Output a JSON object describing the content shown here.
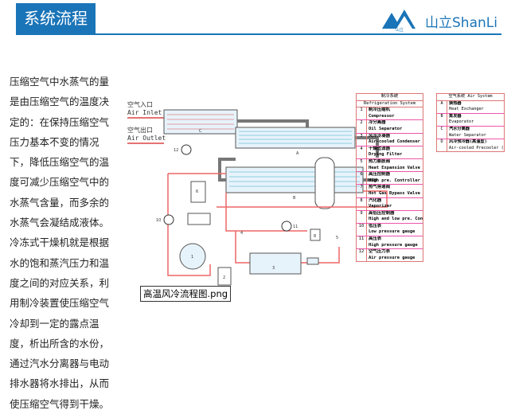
{
  "header": {
    "section_title": "系统流程",
    "logo_text": "山立ShanLi",
    "logo_small": "山立",
    "brand_color": "#1a74b8"
  },
  "body": {
    "lines": [
      "压缩空气中水蒸气的量",
      "是由压缩空气的温度决",
      "定的：在保持压缩空气",
      "压力基本不变的情况",
      "下，降低压缩空气的温",
      "度可减少压缩空气中的",
      "水蒸气含量，而多余的",
      "水蒸气会凝结成液体。",
      "冷冻式干燥机就是根据",
      "水的饱和蒸汽压力和温",
      "度之间的对应关系，利",
      "用制冷装置使压缩空气",
      "冷却到一定的露点温",
      "度，析出所含的水份，",
      "通过汽水分离器与电动",
      "排水器将水排出，从而",
      "使压缩空气得到干燥。"
    ]
  },
  "diagram": {
    "caption": "高温风冷流程图.png",
    "air_inlet_cn": "空气入口",
    "air_inlet_en": "Air Inlet",
    "air_outlet_cn": "空气出口",
    "air_outlet_en": "Air Outlet",
    "labels": [
      "A",
      "B",
      "C",
      "D",
      "1",
      "2",
      "3",
      "4",
      "5",
      "6",
      "7",
      "8",
      "9",
      "10",
      "11",
      "12"
    ],
    "refrigeration_legend": {
      "title_cn": "制冷系统",
      "title_en": "Refrigeration System",
      "items": [
        {
          "num": "1",
          "cn": "制冷压缩机",
          "en": "Compressor"
        },
        {
          "num": "2",
          "cn": "冷分离器",
          "en": "Oil Separator"
        },
        {
          "num": "3",
          "cn": "风冷冷凝器",
          "en": "Air-cooled Condenser"
        },
        {
          "num": "4",
          "cn": "干燥过滤器",
          "en": "Drying Filter"
        },
        {
          "num": "5",
          "cn": "热力膨胀阀",
          "en": "Heat Expansion Valve"
        },
        {
          "num": "6",
          "cn": "高压控制器",
          "en": "High pre. Controller"
        },
        {
          "num": "7",
          "cn": "热气旁通阀",
          "en": "Hot Gas Bypass Valve"
        },
        {
          "num": "8",
          "cn": "汽化器",
          "en": "Vaporizer"
        },
        {
          "num": "9",
          "cn": "高低压控制器",
          "en": "High and low pre. Controller"
        },
        {
          "num": "10",
          "cn": "低压表",
          "en": "Low pressure gauge"
        },
        {
          "num": "11",
          "cn": "高压表",
          "en": "High pressure gauge"
        },
        {
          "num": "12",
          "cn": "空气压力表",
          "en": "Air pressure gauge"
        }
      ]
    },
    "air_legend": {
      "title_cn": "空气系统",
      "title_en": "Air System",
      "items": [
        {
          "num": "A",
          "cn": "换热器",
          "en": "Heat Exchanger"
        },
        {
          "num": "B",
          "cn": "蒸发器",
          "en": "Evaporator"
        },
        {
          "num": "C",
          "cn": "汽水分离器",
          "en": "Water Separator"
        },
        {
          "num": "D",
          "cn": "风冷预冷器(高温型)",
          "en": "Air-cooled Precooler (High Temperature Type)"
        }
      ]
    }
  }
}
